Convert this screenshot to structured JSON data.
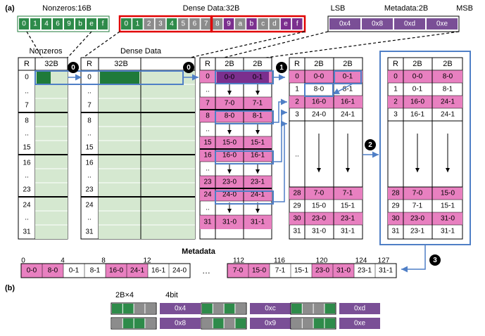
{
  "labels": {
    "panel_a": "(a)",
    "panel_b": "(b)",
    "nonzeros_title": "Nonzeros:16B",
    "dense_title": "Dense Data:32B",
    "lsb": "LSB",
    "metadata_title": "Metadata:2B",
    "msb": "MSB",
    "nonzeros_table": "Nonzeros",
    "dense_table": "Dense Data",
    "metadata_section": "Metadata",
    "ellipsis": "…",
    "legend_2b4": "2B×4",
    "legend_4bit": "4bit"
  },
  "nonzeros_cells": [
    "0",
    "1",
    "4",
    "6",
    "9",
    "b",
    "e",
    "f"
  ],
  "dense_cells": [
    {
      "t": "0",
      "c": "g"
    },
    {
      "t": "1",
      "c": "g"
    },
    {
      "t": "2",
      "c": "gr"
    },
    {
      "t": "3",
      "c": "gr"
    },
    {
      "t": "4",
      "c": "g"
    },
    {
      "t": "5",
      "c": "gr"
    },
    {
      "t": "6",
      "c": "gr"
    },
    {
      "t": "7",
      "c": "gr"
    },
    {
      "t": "8",
      "c": "gr"
    },
    {
      "t": "9",
      "c": "p"
    },
    {
      "t": "a",
      "c": "gr"
    },
    {
      "t": "b",
      "c": "p"
    },
    {
      "t": "c",
      "c": "gr"
    },
    {
      "t": "d",
      "c": "gr"
    },
    {
      "t": "e",
      "c": "p"
    },
    {
      "t": "f",
      "c": "p"
    }
  ],
  "metadata_cells": [
    "0x4",
    "0x8",
    "0xd",
    "0xe"
  ],
  "col_headers": {
    "r": "R",
    "b32": "32B",
    "b2": "2B"
  },
  "nz_rows": [
    "0",
    "..",
    "7",
    "8",
    "..",
    "15",
    "16",
    "..",
    "23",
    "24",
    "..",
    "31"
  ],
  "t3": [
    {
      "r": "0",
      "a": "0-0",
      "b": "0-1",
      "pink": true
    },
    {
      "r": "..",
      "a": "",
      "b": "",
      "pink": false
    },
    {
      "r": "7",
      "a": "7-0",
      "b": "7-1",
      "pink": true
    },
    {
      "r": "8",
      "a": "8-0",
      "b": "8-1",
      "pink": true
    },
    {
      "r": "..",
      "a": "",
      "b": "",
      "pink": false
    },
    {
      "r": "15",
      "a": "15-0",
      "b": "15-1",
      "pink": true
    },
    {
      "r": "16",
      "a": "16-0",
      "b": "16-1",
      "pink": true
    },
    {
      "r": "..",
      "a": "",
      "b": "",
      "pink": false
    },
    {
      "r": "23",
      "a": "23-0",
      "b": "23-1",
      "pink": true
    },
    {
      "r": "24",
      "a": "24-0",
      "b": "24-1",
      "pink": true
    },
    {
      "r": "..",
      "a": "",
      "b": "",
      "pink": false
    },
    {
      "r": "31",
      "a": "31-0",
      "b": "31-1",
      "pink": true
    }
  ],
  "t4_top": [
    {
      "r": "0",
      "a": "0-0",
      "b": "0-1",
      "pa": true,
      "pb": true
    },
    {
      "r": "1",
      "a": "8-0",
      "b": "8-1",
      "pa": false,
      "pb": false
    },
    {
      "r": "2",
      "a": "16-0",
      "b": "16-1",
      "pa": true,
      "pb": true
    },
    {
      "r": "3",
      "a": "24-0",
      "b": "24-1",
      "pa": false,
      "pb": false
    }
  ],
  "t4_bot": [
    {
      "r": "28",
      "a": "7-0",
      "b": "7-1",
      "pa": true,
      "pb": true
    },
    {
      "r": "29",
      "a": "15-0",
      "b": "15-1",
      "pa": false,
      "pb": false
    },
    {
      "r": "30",
      "a": "23-0",
      "b": "23-1",
      "pa": true,
      "pb": true
    },
    {
      "r": "31",
      "a": "31-0",
      "b": "31-1",
      "pa": false,
      "pb": false
    }
  ],
  "t5_top": [
    {
      "r": "0",
      "a": "0-0",
      "b": "8-0",
      "pa": true,
      "pb": true
    },
    {
      "r": "1",
      "a": "0-1",
      "b": "8-1",
      "pa": false,
      "pb": false
    },
    {
      "r": "2",
      "a": "16-0",
      "b": "24-1",
      "pa": true,
      "pb": true
    },
    {
      "r": "3",
      "a": "16-1",
      "b": "24-1",
      "pa": false,
      "pb": false
    }
  ],
  "t5_bot": [
    {
      "r": "28",
      "a": "7-0",
      "b": "15-0",
      "pa": true,
      "pb": true
    },
    {
      "r": "29",
      "a": "7-1",
      "b": "15-1",
      "pa": false,
      "pb": false
    },
    {
      "r": "30",
      "a": "23-0",
      "b": "31-0",
      "pa": true,
      "pb": true
    },
    {
      "r": "31",
      "a": "23-1",
      "b": "31-1",
      "pa": false,
      "pb": false
    }
  ],
  "t4_dots": "..",
  "step_labels": [
    "0",
    "0",
    "1",
    "2",
    "3"
  ],
  "meta_indices": [
    "0",
    "4",
    "8",
    "12",
    "112",
    "116",
    "120",
    "124",
    "127"
  ],
  "meta_left": [
    {
      "t": "0-0",
      "p": true
    },
    {
      "t": "8-0",
      "p": true
    },
    {
      "t": "0-1",
      "p": false
    },
    {
      "t": "8-1",
      "p": false
    },
    {
      "t": "16-0",
      "p": true
    },
    {
      "t": "24-1",
      "p": true
    },
    {
      "t": "16-1",
      "p": false
    },
    {
      "t": "24-0",
      "p": false
    }
  ],
  "meta_right": [
    {
      "t": "7-0",
      "p": true
    },
    {
      "t": "15-0",
      "p": true
    },
    {
      "t": "7-1",
      "p": false
    },
    {
      "t": "15-1",
      "p": false
    },
    {
      "t": "23-0",
      "p": true
    },
    {
      "t": "31-0",
      "p": true
    },
    {
      "t": "23-1",
      "p": false
    },
    {
      "t": "31-1",
      "p": false
    }
  ],
  "legend_items": [
    {
      "pattern": [
        "g",
        "g",
        "gr",
        "gr"
      ],
      "code": "0x4"
    },
    {
      "pattern": [
        "g",
        "gr",
        "g",
        "gr"
      ],
      "code": "0xc"
    },
    {
      "pattern": [
        "g",
        "gr",
        "gr",
        "g"
      ],
      "code": "0xd"
    },
    {
      "pattern": [
        "gr",
        "g",
        "g",
        "gr"
      ],
      "code": "0x8"
    },
    {
      "pattern": [
        "gr",
        "g",
        "gr",
        "g"
      ],
      "code": "0x9"
    },
    {
      "pattern": [
        "gr",
        "gr",
        "g",
        "g"
      ],
      "code": "0xe"
    }
  ],
  "colors": {
    "green": "#2e8b4a",
    "dark_green": "#1f7a3a",
    "gray": "#8c8c8c",
    "purple": "#7b2f8e",
    "pink": "#e880c0",
    "blue": "#4f7fc6",
    "red": "#e00000",
    "light_green": "#d5e8d0",
    "dark_purple": "#7a4f96"
  }
}
